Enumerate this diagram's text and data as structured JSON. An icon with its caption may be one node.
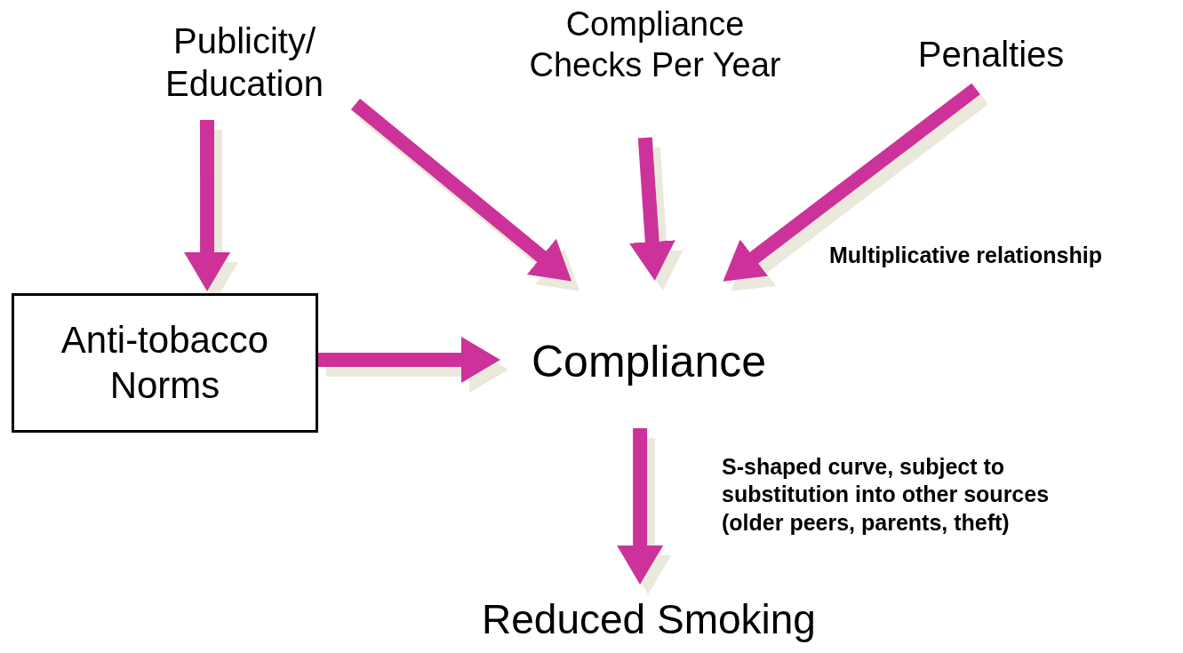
{
  "diagram": {
    "nodes": [
      {
        "text": [
          "Publicity/ Education"
        ]
      },
      {
        "text": [
          "Compliance Checks Per Year"
        ]
      },
      {
        "text": [
          "Penalties"
        ]
      },
      {
        "text": [
          "Anti-tobacco Norms"
        ]
      },
      {
        "text": [
          "Compliance"
        ]
      },
      {
        "text": [
          "Reduced Smoking"
        ]
      }
    ],
    "edges": [
      {
        "from": 0,
        "to": 3,
        "arrow": "to"
      },
      {
        "from": 0,
        "to": 4,
        "arrow": "to"
      },
      {
        "from": 1,
        "to": 4,
        "arrow": "to"
      },
      {
        "from": 2,
        "to": 4,
        "arrow": "to"
      },
      {
        "from": 3,
        "to": 4,
        "arrow": "to"
      },
      {
        "from": 4,
        "to": 5,
        "arrow": "to"
      }
    ],
    "labels": [
      "Multiplicative relationship",
      "S-shaped curve, subject to substitution into other sources (older peers, parents, theft)"
    ]
  }
}
